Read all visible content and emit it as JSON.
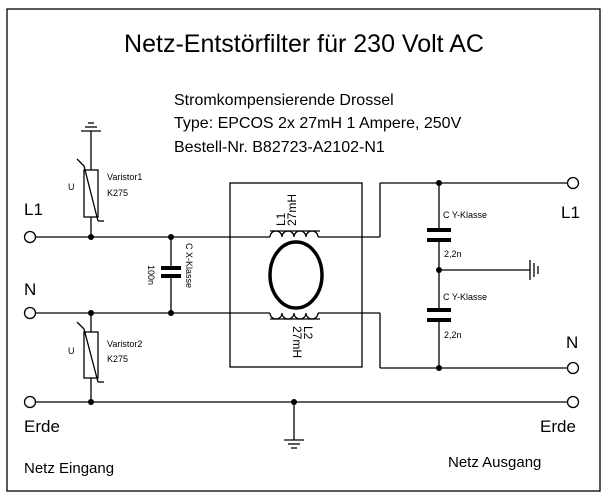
{
  "title": "Netz-Entstörfilter für 230 Volt AC",
  "info": {
    "line1": "Stromkompensierende Drossel",
    "line2": "Type: EPCOS 2x 27mH 1 Ampere, 250V",
    "line3": "Bestell-Nr. B82723-A2102-N1"
  },
  "terminals": {
    "in_l": "L1",
    "in_n": "N",
    "in_pe": "Erde",
    "out_l": "L1",
    "out_n": "N",
    "out_pe": "Erde"
  },
  "sections": {
    "input": "Netz Eingang",
    "output": "Netz Ausgang"
  },
  "varistor1": {
    "name": "Varistor1",
    "type": "K275",
    "u": "U"
  },
  "varistor2": {
    "name": "Varistor2",
    "type": "K275",
    "u": "U"
  },
  "cx": {
    "value": "100n",
    "class": "C X-Klasse"
  },
  "choke": {
    "l1_name": "L1",
    "l1_value": "27mH",
    "l2_name": "L2",
    "l2_value": "27mH"
  },
  "cy1": {
    "class": "C Y-Klasse",
    "value": "2,2n"
  },
  "cy2": {
    "class": "C Y-Klasse",
    "value": "2,2n"
  }
}
